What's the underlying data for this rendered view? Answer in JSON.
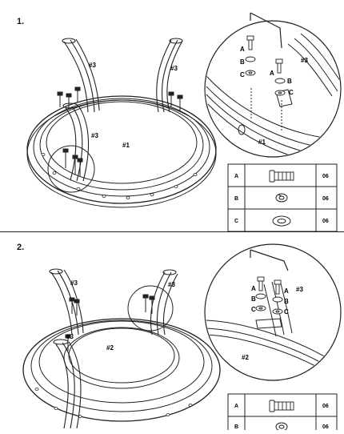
{
  "steps": [
    {
      "number": "1.",
      "part_labels": {
        "top": "#1",
        "leg_a": "#3",
        "leg_b": "#3",
        "zoom_leg": "#3",
        "zoom_top": "#1"
      },
      "hardware_letters": {
        "a": "A",
        "b": "B",
        "c": "C",
        "a2": "A",
        "b2": "B",
        "c2": "C"
      },
      "parts_table": [
        {
          "letter": "A",
          "icon": "bolt-icon",
          "qty": "06"
        },
        {
          "letter": "B",
          "icon": "spring-washer-icon",
          "qty": "06"
        },
        {
          "letter": "C",
          "icon": "flat-washer-icon",
          "qty": "06"
        }
      ]
    },
    {
      "number": "2.",
      "part_labels": {
        "top": "#2",
        "leg_a": "#3",
        "leg_b": "#3",
        "leg_c": "#3",
        "zoom_leg": "#3",
        "zoom_top": "#2"
      },
      "hardware_letters": {
        "a": "A",
        "b": "B",
        "c": "C",
        "a2": "A",
        "b2": "B",
        "c2": "C"
      },
      "parts_table": [
        {
          "letter": "A",
          "icon": "bolt-icon",
          "qty": "06"
        },
        {
          "letter": "B",
          "icon": "spring-washer-icon",
          "qty": "06"
        }
      ]
    }
  ]
}
